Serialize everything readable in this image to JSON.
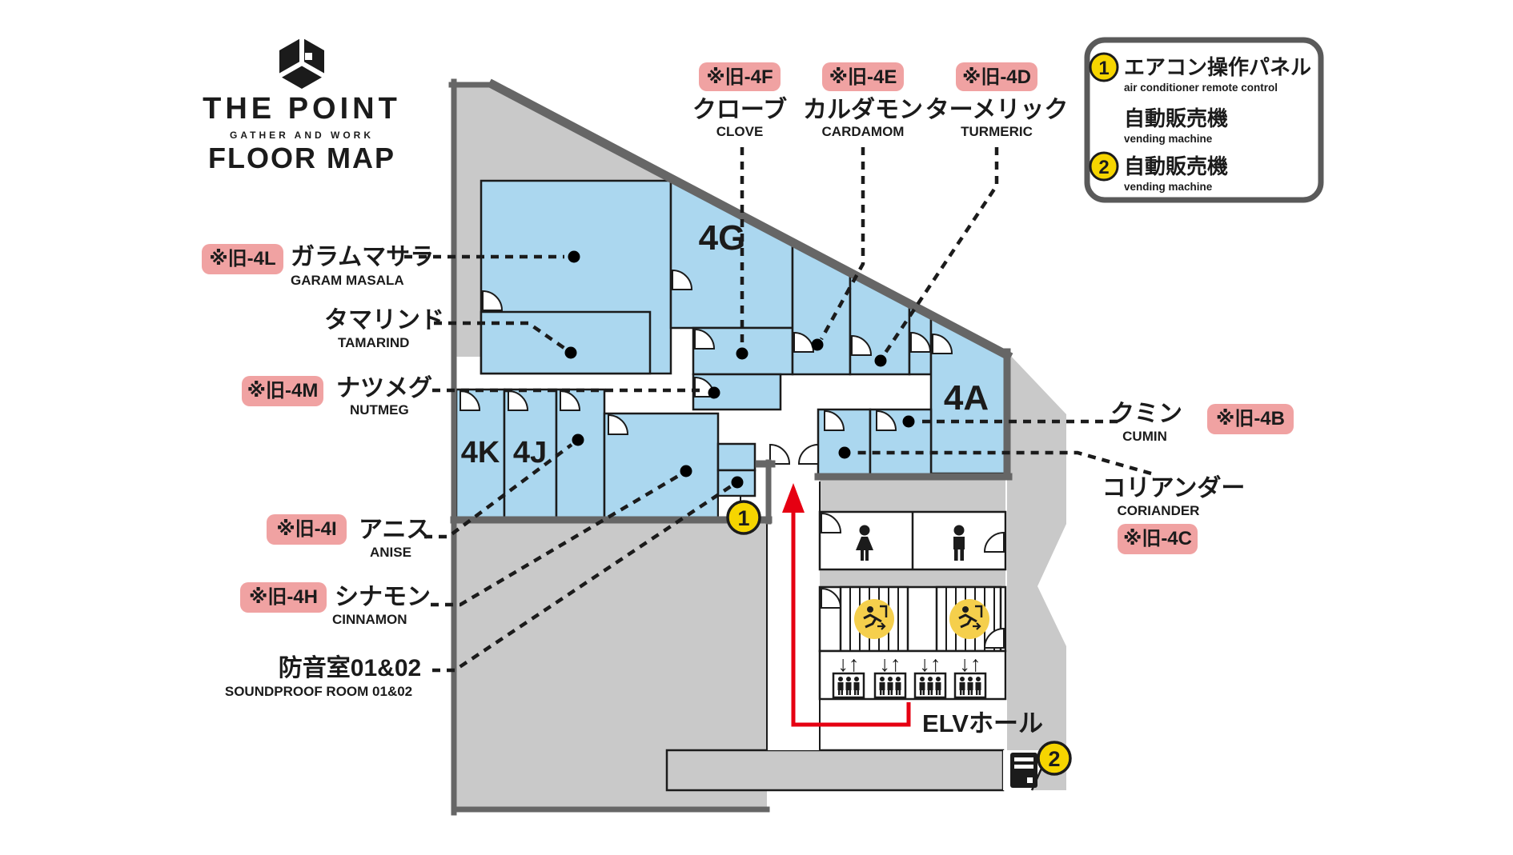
{
  "logo": {
    "title": "THE POINT",
    "subtitle": "GATHER AND WORK",
    "caption": "FLOOR MAP"
  },
  "legend": {
    "item1_marker": "1",
    "item1_jp": "エアコン操作パネル",
    "item1_en": "air conditioner remote control",
    "item2_jp": "自動販売機",
    "item2_en": "vending machine",
    "item3_marker": "2",
    "item3_jp": "自動販売機",
    "item3_en": "vending machine"
  },
  "rooms": {
    "clove": {
      "jp": "クローブ",
      "en": "CLOVE",
      "badge": "※旧-4F"
    },
    "cardamom": {
      "jp": "カルダモン",
      "en": "CARDAMOM",
      "badge": "※旧-4E"
    },
    "turmeric": {
      "jp": "ターメリック",
      "en": "TURMERIC",
      "badge": "※旧-4D"
    },
    "garam_masala": {
      "jp": "ガラムマサラ",
      "en": "GARAM MASALA",
      "badge": "※旧-4L"
    },
    "tamarind": {
      "jp": "タマリンド",
      "en": "TAMARIND"
    },
    "nutmeg": {
      "jp": "ナツメグ",
      "en": "NUTMEG",
      "badge": "※旧-4M"
    },
    "anise": {
      "jp": "アニス",
      "en": "ANISE",
      "badge": "※旧-4I"
    },
    "cinnamon": {
      "jp": "シナモン",
      "en": "CINNAMON",
      "badge": "※旧-4H"
    },
    "soundproof": {
      "jp": "防音室01&02",
      "en": "SOUNDPROOF ROOM 01&02"
    },
    "cumin": {
      "jp": "クミン",
      "en": "CUMIN",
      "badge": "※旧-4B"
    },
    "coriander": {
      "jp": "コリアンダー",
      "en": "CORIANDER",
      "badge": "※旧-4C"
    }
  },
  "units": {
    "g": "4G",
    "a": "4A",
    "k": "4K",
    "j": "4J"
  },
  "labels": {
    "elv_hall": "ELVホール"
  },
  "markers": {
    "one": "1",
    "two": "2"
  },
  "icons": {
    "elevator_arrows": "↓↑"
  },
  "colors": {
    "room_blue": "#abd7ef",
    "badge_pink": "#f0a2a2",
    "marker_yellow": "#f6d500",
    "exit_yellow": "#f5cf4c",
    "path_red": "#e60012",
    "wall_gray": "#c9c9c9",
    "wall_dark": "#666666",
    "ink": "#1b1b1b"
  }
}
